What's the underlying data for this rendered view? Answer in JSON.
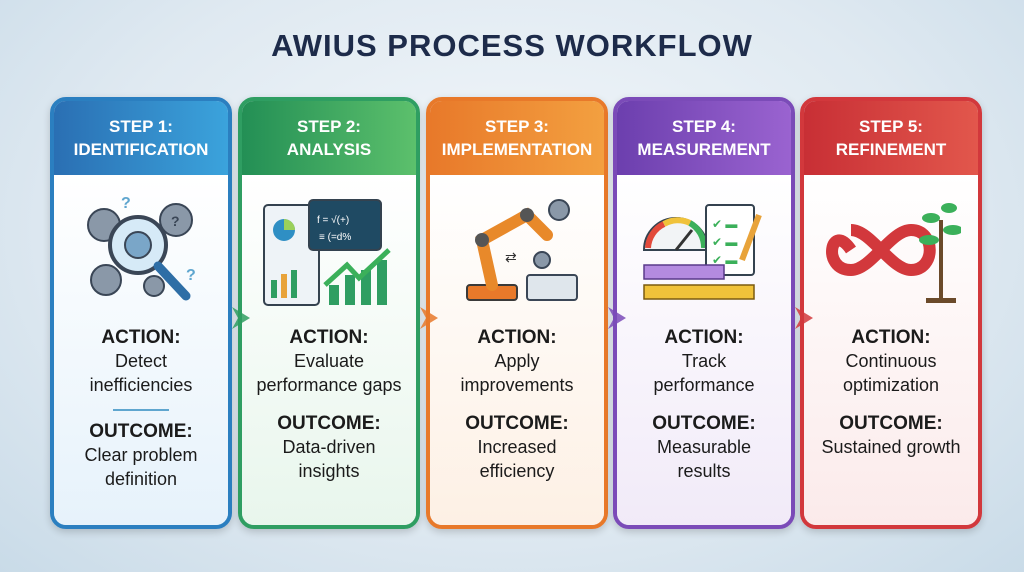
{
  "title": "AWIUS PROCESS WORKFLOW",
  "steps": [
    {
      "step": "STEP 1:",
      "name": "IDENTIFICATION",
      "action_label": "ACTION:",
      "action": "Detect inefficiencies",
      "outcome_label": "OUTCOME:",
      "outcome": "Clear problem definition",
      "color": "#2b7fc0",
      "icon": "magnifier-gears-icon"
    },
    {
      "step": "STEP 2:",
      "name": "ANALYSIS",
      "action_label": "ACTION:",
      "action": "Evaluate performance gaps",
      "outcome_label": "OUTCOME:",
      "outcome": "Data-driven insights",
      "color": "#2f9e62",
      "icon": "analytics-charts-icon"
    },
    {
      "step": "STEP 3:",
      "name": "IMPLEMENTATION",
      "action_label": "ACTION:",
      "action": "Apply improvements",
      "outcome_label": "OUTCOME:",
      "outcome": "Increased efficiency",
      "color": "#e8792a",
      "icon": "robot-arm-icon"
    },
    {
      "step": "STEP 4:",
      "name": "MEASUREMENT",
      "action_label": "ACTION:",
      "action": "Track performance",
      "outcome_label": "OUTCOME:",
      "outcome": "Measurable results",
      "color": "#7b4bb8",
      "icon": "gauge-checklist-icon"
    },
    {
      "step": "STEP 5:",
      "name": "REFINEMENT",
      "action_label": "ACTION:",
      "action": "Continuous optimization",
      "outcome_label": "OUTCOME:",
      "outcome": "Sustained growth",
      "color": "#d2383c",
      "icon": "infinity-plant-icon"
    }
  ]
}
